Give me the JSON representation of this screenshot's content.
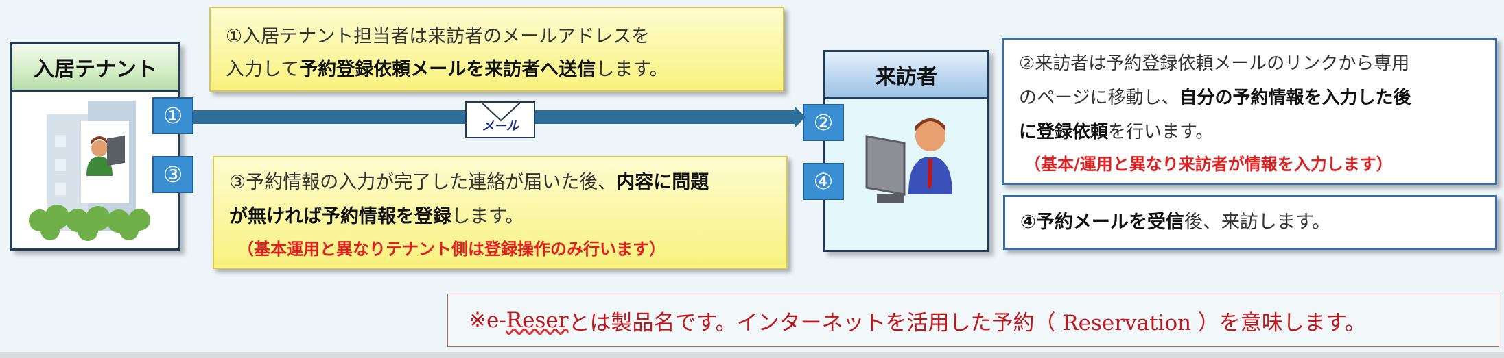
{
  "tenant": {
    "title": "入居テナント"
  },
  "visitor": {
    "title": "来訪者"
  },
  "steps": {
    "n1": "①",
    "n2": "②",
    "n3": "③",
    "n4": "④"
  },
  "mail_label": "メール",
  "box1": {
    "line1": "①入居テナント担当者は来訪者のメールアドレスを",
    "line2_a": "入力して",
    "line2_b": "予約登録依頼メールを来訪者へ送信",
    "line2_c": "します。"
  },
  "box3": {
    "line1_a": "③予約情報の入力が完了した連絡が届いた後、",
    "line1_b": "内容に問題",
    "line2_a": "が無ければ予約情報を登録",
    "line2_b": "します。",
    "note": "（基本運用と異なりテナント側は登録操作のみ行います）"
  },
  "box2": {
    "line1": "②来訪者は予約登録依頼メールのリンクから専用",
    "line2_a": "のページに移動し、",
    "line2_b": "自分の予約情報を入力した後",
    "line3_a": "に登録依頼",
    "line3_b": "を行います。",
    "note": "（基本/運用と異なり来訪者が情報を入力します）"
  },
  "box4": {
    "text_a": "④予約メールを受信",
    "text_b": "後、来訪します。"
  },
  "footnote": {
    "mark": "※e-",
    "product": "Reser",
    "rest": "とは製品名です。インターネットを活用した予約（ Reservation ）を意味します。"
  },
  "colors": {
    "arrow": "#2f6e99",
    "step_box": "#3a8fd2",
    "note_red": "#e02020",
    "footnote": "#c0181c"
  }
}
